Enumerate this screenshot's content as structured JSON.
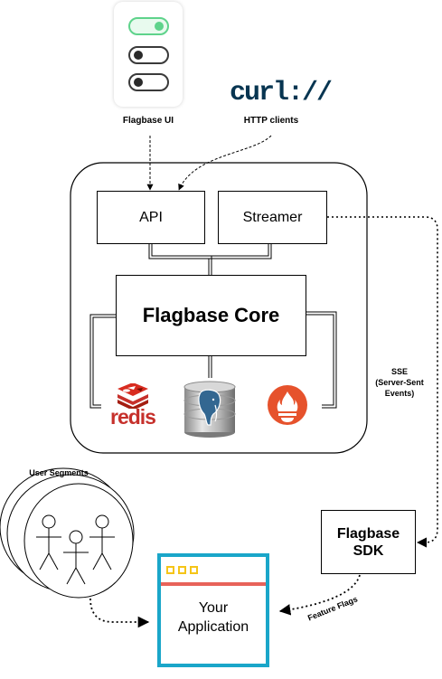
{
  "flagbase_ui": {
    "label": "Flagbase UI"
  },
  "http_clients": {
    "logo_text": "curl://",
    "label": "HTTP clients"
  },
  "server": {
    "api_label": "API",
    "streamer_label": "Streamer",
    "core_label": "Flagbase Core",
    "redis_logo_text": "redis",
    "storage_icons": [
      "redis-icon",
      "postgresql-icon",
      "prometheus-icon"
    ]
  },
  "sse_label": [
    "SSE",
    "(Server-Sent",
    "Events)"
  ],
  "sdk": {
    "label_line1": "Flagbase",
    "label_line2": "SDK"
  },
  "user_segments": {
    "label": "User Segments"
  },
  "application": {
    "label_line1": "Your",
    "label_line2": "Application"
  },
  "feature_flags_label": "Feature Flags",
  "colors": {
    "toggle_on": "#5ed38b",
    "toggle_track": "#3a3a3a",
    "redis": "#c6302b",
    "prometheus": "#e6522c",
    "postgres_blue": "#336791",
    "app_border": "#1aa6c9",
    "app_bar": "#e8635a",
    "app_dots": "#f5c518"
  }
}
